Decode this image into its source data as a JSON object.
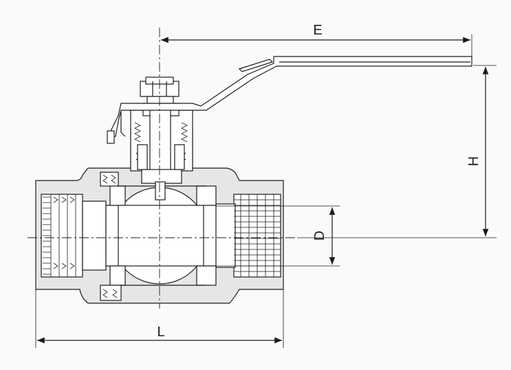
{
  "dimensions": {
    "E": "E",
    "H": "H",
    "D": "D",
    "L": "L"
  },
  "colors": {
    "line": "#1a1a1a",
    "body": "#e6e6e6",
    "background": "#fafafa"
  }
}
